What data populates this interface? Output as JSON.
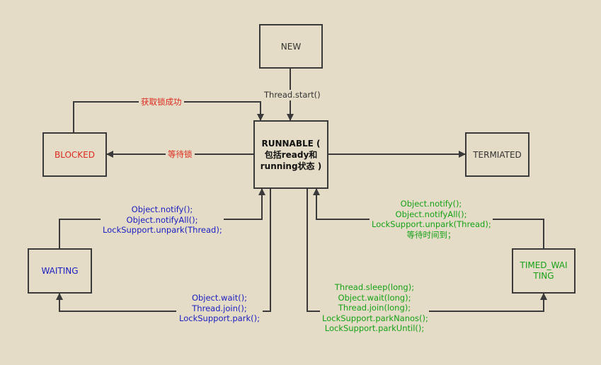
{
  "states": {
    "new": "NEW",
    "runnable": [
      "RUNNABLE (",
      "包括ready和",
      "running状态 )"
    ],
    "blocked": "BLOCKED",
    "terminated": "TERMIATED",
    "waiting": "WAITING",
    "timed_waiting": [
      "TIMED_WAI",
      "TING"
    ]
  },
  "transitions": {
    "start": "Thread.start()",
    "lock_acquired": "获取锁成功",
    "wait_lock": "等待锁",
    "notify_waiting": [
      "Object.notify();",
      "Object.notifyAll();",
      "LockSupport.unpark(Thread);"
    ],
    "notify_timed": [
      "Object.notify();",
      "Object.notifyAll();",
      "LockSupport.unpark(Thread);",
      "等待时间到；"
    ],
    "to_waiting": [
      "Object.wait();",
      "Thread.join();",
      "LockSupport.park();"
    ],
    "to_timed_waiting": [
      "Thread.sleep(long);",
      "Object.wait(long);",
      "Thread.join(long);",
      "LockSupport.parkNanos();",
      "LockSupport.parkUntil();"
    ]
  },
  "colors": {
    "background": "#e4dcc6",
    "line": "#3a3a3a",
    "red": "#dd2a1e",
    "blue": "#1a1ec2",
    "green": "#16a216"
  }
}
